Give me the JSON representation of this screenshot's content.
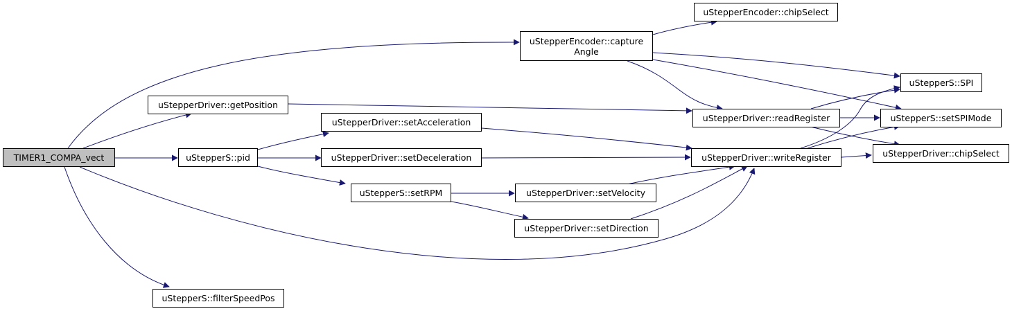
{
  "nodes": {
    "root": "TIMER1_COMPA_vect",
    "getPosition": "uStepperDriver::getPosition",
    "pid": "uStepperS::pid",
    "filterSpeedPos": "uStepperS::filterSpeedPos",
    "captureAngle": "uStepperEncoder::capture\nAngle",
    "encChipSelect": "uStepperEncoder::chipSelect",
    "setAcceleration": "uStepperDriver::setAcceleration",
    "setDeceleration": "uStepperDriver::setDeceleration",
    "setRPM": "uStepperS::setRPM",
    "setVelocity": "uStepperDriver::setVelocity",
    "setDirection": "uStepperDriver::setDirection",
    "readRegister": "uStepperDriver::readRegister",
    "writeRegister": "uStepperDriver::writeRegister",
    "spi": "uStepperS::SPI",
    "setSPIMode": "uStepperS::setSPIMode",
    "drvChipSelect": "uStepperDriver::chipSelect"
  },
  "colors": {
    "edge": "#191970",
    "root_fill": "#bfbfbf",
    "node_fill": "#ffffff",
    "node_border": "#000000"
  }
}
